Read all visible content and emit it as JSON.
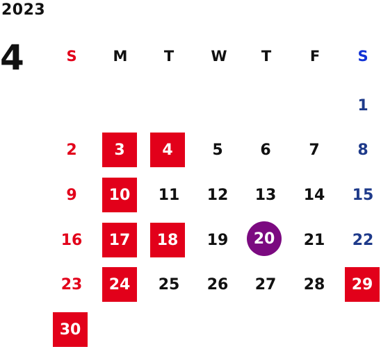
{
  "year": "2023",
  "month": "4",
  "weekdays": [
    "S",
    "M",
    "T",
    "W",
    "T",
    "F",
    "S"
  ],
  "days": [
    "1",
    "2",
    "3",
    "4",
    "5",
    "6",
    "7",
    "8",
    "9",
    "10",
    "11",
    "12",
    "13",
    "14",
    "15",
    "16",
    "17",
    "18",
    "19",
    "20",
    "21",
    "22",
    "23",
    "24",
    "25",
    "26",
    "27",
    "28",
    "29",
    "30"
  ],
  "holidays": [
    "3",
    "4",
    "10",
    "17",
    "18",
    "24",
    "29",
    "30"
  ],
  "today": "20",
  "colors": {
    "sunday": "#e2001a",
    "saturday": "#1e3a8a",
    "saturday_header": "#1233d6",
    "weekday": "#111111",
    "holiday_bg": "#e2001a",
    "today_bg": "#7b0a80"
  }
}
